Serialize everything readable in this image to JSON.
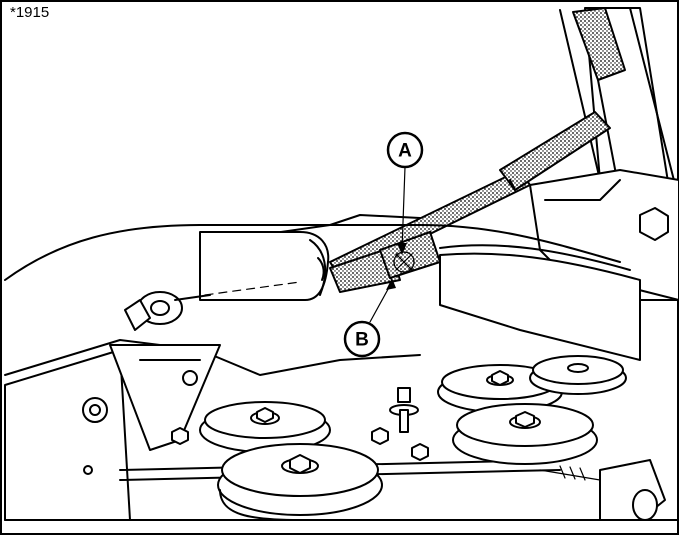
{
  "figure": {
    "id_label": "*1915",
    "callouts": [
      {
        "key": "A",
        "label": "A"
      },
      {
        "key": "B",
        "label": "B"
      }
    ]
  }
}
